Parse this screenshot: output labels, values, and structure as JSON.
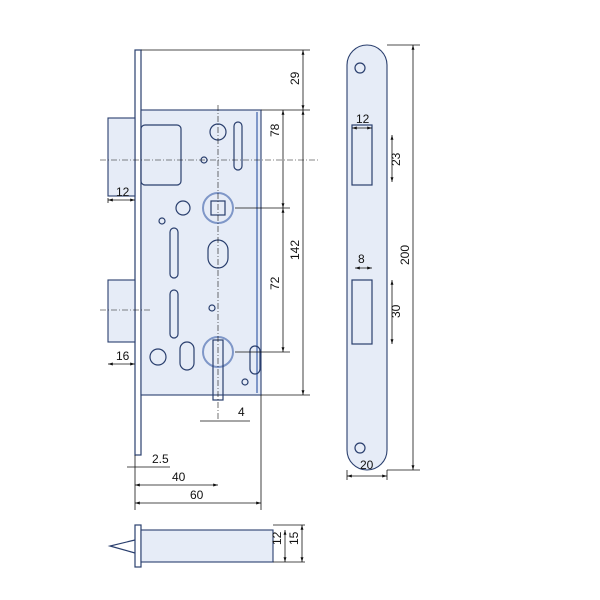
{
  "dimensions": {
    "backset_top": "29",
    "follower_to_top": "78",
    "follower_to_cylinder": "72",
    "case_height": "142",
    "latch_projection": "12",
    "bolt_projection": "16",
    "slot_width": "4",
    "faceplate_thickness": "2.5",
    "backset": "40",
    "case_depth": "60",
    "strike_latch_width": "12",
    "strike_latch_height": "23",
    "strike_bolt_width": "8",
    "strike_bolt_height": "30",
    "faceplate_length": "200",
    "faceplate_width": "20",
    "section_inner": "12",
    "section_outer": "15"
  },
  "colors": {
    "outline": "#2a3f6e",
    "fill": "#e6ecf7",
    "dim": "#111111"
  }
}
